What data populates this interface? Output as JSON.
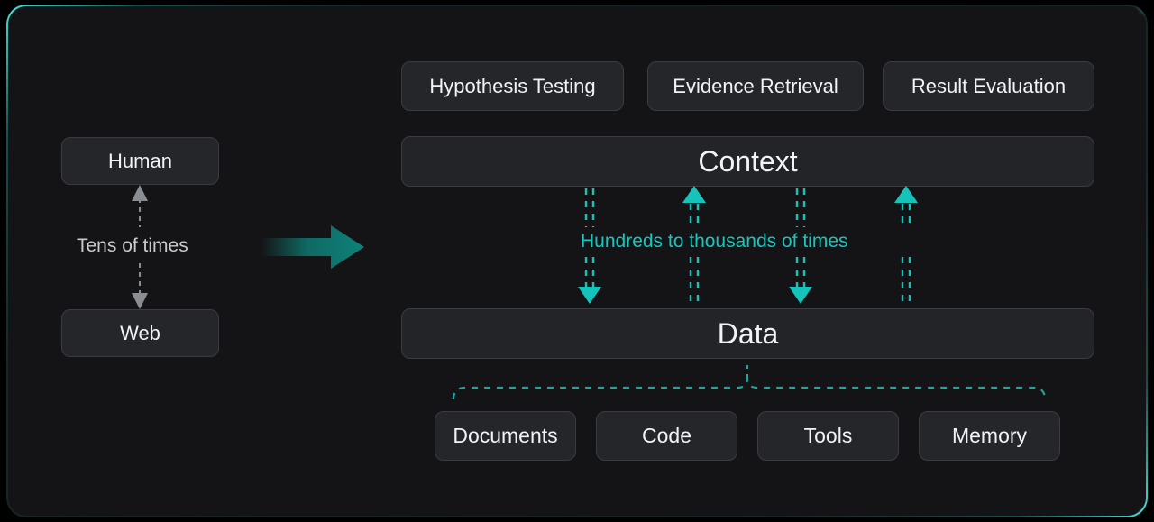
{
  "diagram": {
    "title_hidden": "",
    "colors": {
      "background": "#000000",
      "panel": "#141416",
      "node_fill": "#25262a",
      "node_border": "#3a3c41",
      "text_primary": "#f2f3f5",
      "text_muted": "#c9cacc",
      "accent_teal": "#17c6bd",
      "accent_teal_bright": "#1ecfc6",
      "arrow_teal": "#0d7a72",
      "frame_accent": "#3fe3da"
    },
    "left_group": {
      "top_node": {
        "label": "Human"
      },
      "bottom_node": {
        "label": "Web"
      },
      "connector_label": "Tens of times",
      "connector_style": "bidirectional-dashed-gray",
      "transition_arrow": "right-arrow-teal-gradient"
    },
    "right_group": {
      "top_row": [
        {
          "label": "Hypothesis Testing"
        },
        {
          "label": "Evidence Retrieval"
        },
        {
          "label": "Result Evaluation"
        }
      ],
      "context_node": {
        "label": "Context"
      },
      "data_node": {
        "label": "Data"
      },
      "flow_label": "Hundreds to thousands of times",
      "flow_arrows": [
        {
          "index": 1,
          "direction": "down"
        },
        {
          "index": 2,
          "direction": "up"
        },
        {
          "index": 3,
          "direction": "down"
        },
        {
          "index": 4,
          "direction": "up"
        }
      ],
      "resource_bracket": "dashed-teal-brace",
      "resources": [
        {
          "label": "Documents"
        },
        {
          "label": "Code"
        },
        {
          "label": "Tools"
        },
        {
          "label": "Memory"
        }
      ]
    }
  }
}
